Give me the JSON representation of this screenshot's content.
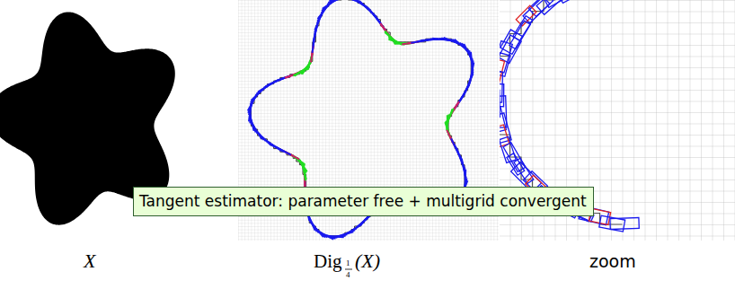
{
  "diagram": {
    "nodes": [
      {
        "text": [
          "Tangent estimator: parameter free + multigrid convergent"
        ]
      }
    ],
    "labels": [
      "X",
      "Dig",
      "1",
      "4",
      "(X)",
      "zoom"
    ]
  }
}
